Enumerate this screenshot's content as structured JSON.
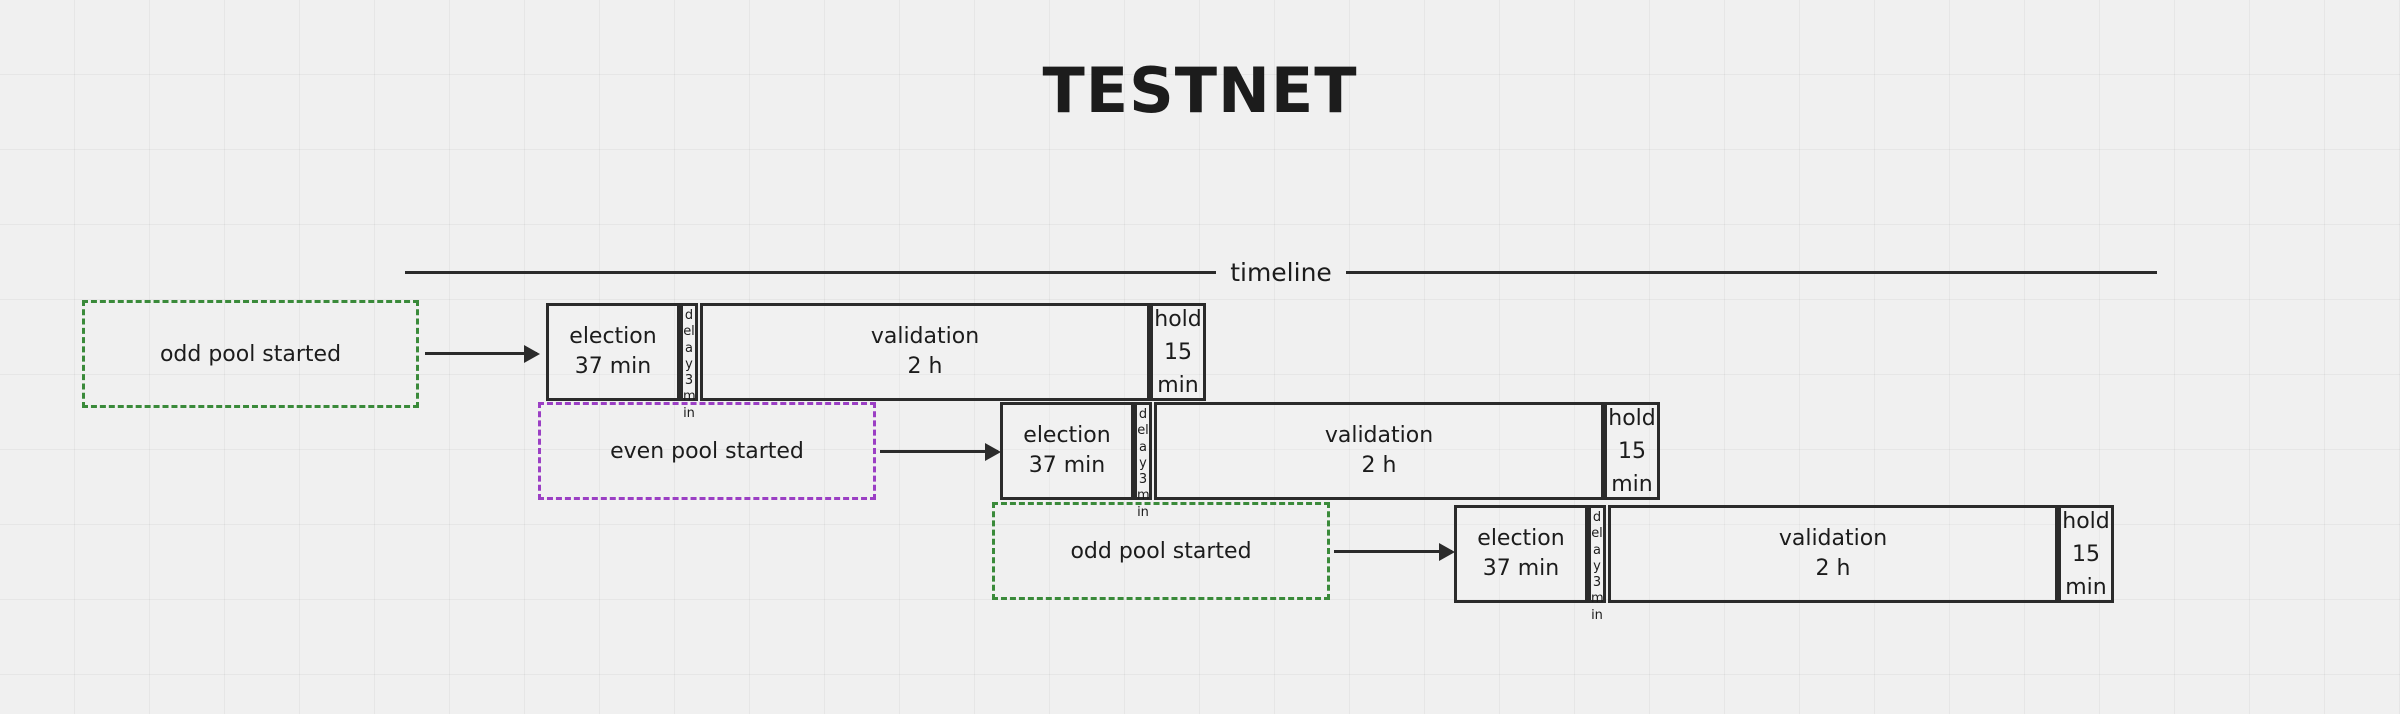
{
  "title": "TESTNET",
  "timeline": {
    "label": "timeline"
  },
  "colors": {
    "background": "#f0f0f0",
    "stroke": "#2b2b2b",
    "text": "#1c1c1c",
    "odd_pool": "#3a8a3a",
    "even_pool": "#9b3fc4"
  },
  "rows": [
    {
      "trigger": {
        "label": "odd pool started",
        "kind": "odd"
      },
      "phases": [
        {
          "name": "election",
          "duration": "37 min"
        },
        {
          "name": "delay",
          "duration": "3 min"
        },
        {
          "name": "validation",
          "duration": "2 h"
        },
        {
          "name": "hold",
          "duration": "15 min"
        }
      ]
    },
    {
      "trigger": {
        "label": "even pool started",
        "kind": "even"
      },
      "phases": [
        {
          "name": "election",
          "duration": "37 min"
        },
        {
          "name": "delay",
          "duration": "3 min"
        },
        {
          "name": "validation",
          "duration": "2 h"
        },
        {
          "name": "hold",
          "duration": "15 min"
        }
      ]
    },
    {
      "trigger": {
        "label": "odd pool started",
        "kind": "odd"
      },
      "phases": [
        {
          "name": "election",
          "duration": "37 min"
        },
        {
          "name": "delay",
          "duration": "3 min"
        },
        {
          "name": "validation",
          "duration": "2 h"
        },
        {
          "name": "hold",
          "duration": "15 min"
        }
      ]
    }
  ]
}
